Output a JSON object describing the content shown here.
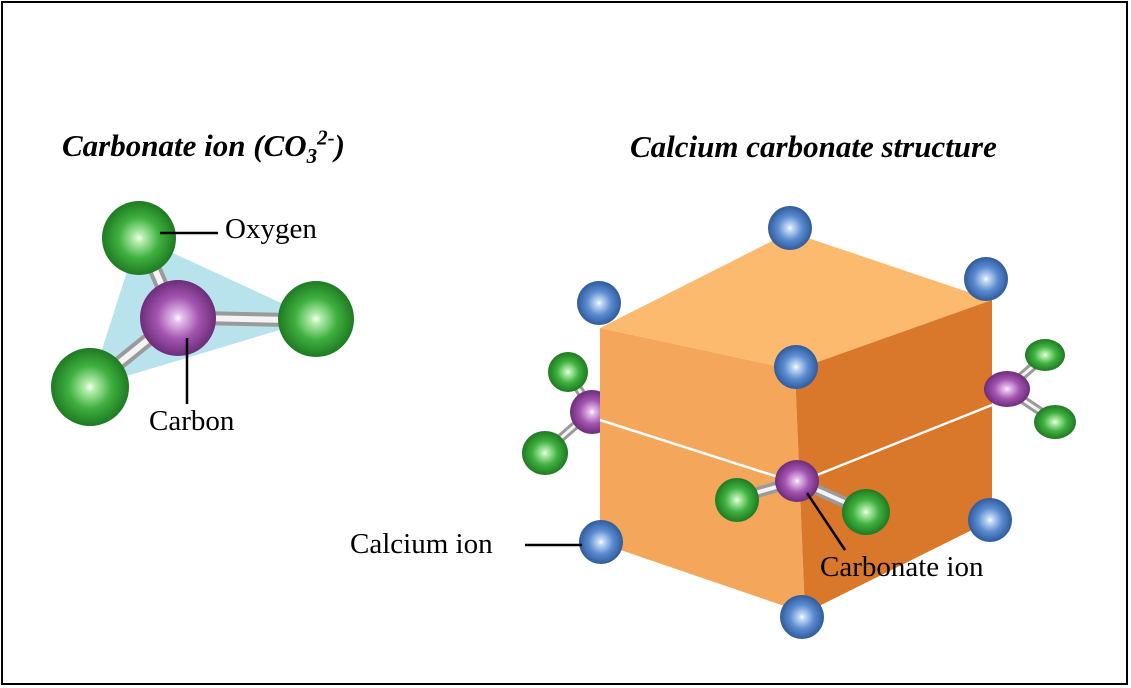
{
  "left_panel": {
    "title_main": "Carbonate ion (CO",
    "title_sub": "3",
    "title_sup": "2-",
    "title_close": ")",
    "oxygen_label": "Oxygen",
    "carbon_label": "Carbon"
  },
  "right_panel": {
    "title": "Calcium carbonate structure",
    "calcium_label": "Calcium ion",
    "carbonate_label": "Carbonate ion"
  },
  "colors": {
    "oxygen": "#2f9e2f",
    "carbon": "#9b4da6",
    "calcium": "#4f7fc4",
    "cube_top": "#fcba6e",
    "cube_left": "#f4a65a",
    "cube_right": "#d9772a",
    "triangle": "#b8e2ec"
  }
}
